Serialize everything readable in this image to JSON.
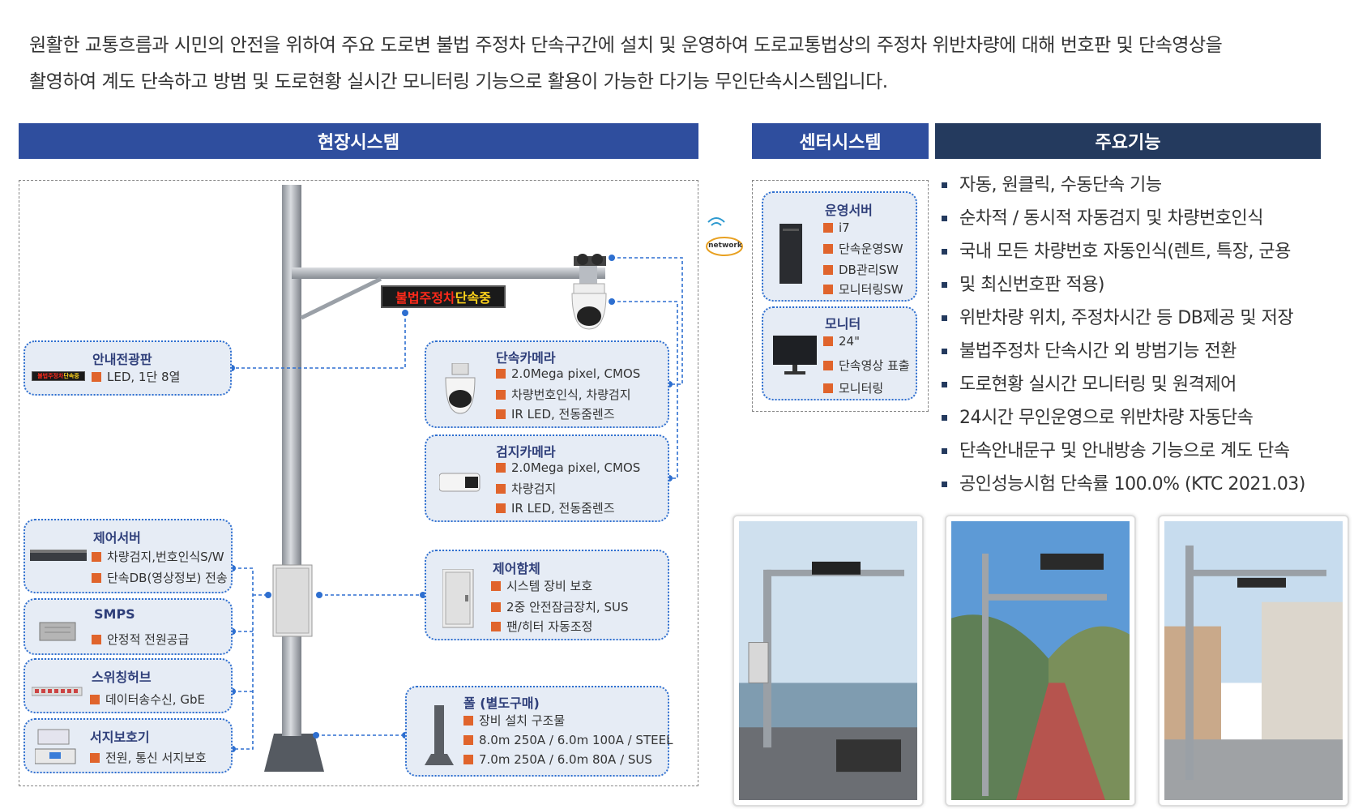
{
  "intro": {
    "line1": "원활한 교통흐름과 시민의 안전을 위하여 주요 도로변 불법 주정차 단속구간에 설치 및 운영하여 도로교통법상의 주정차 위반차량에 대해 번호판 및 단속영상을",
    "line2": "촬영하여 계도 단속하고 방범 및 도로현황 실시간 모니터링 기능으로 활용이 가능한 다기능 무인단속시스템입니다."
  },
  "headers": {
    "field": "현장시스템",
    "center": "센터시스템",
    "functions": "주요기능"
  },
  "sign": {
    "red": "불법주정차",
    "yellow": "단속중"
  },
  "network_label": "network",
  "field": {
    "display_board": {
      "title": "안내전광판",
      "items": [
        "LED, 1단 8열"
      ]
    },
    "enforce_camera": {
      "title": "단속카메라",
      "items": [
        "2.0Mega pixel, CMOS",
        "차량번호인식, 차량검지",
        "IR LED, 전동줌렌즈"
      ]
    },
    "detect_camera": {
      "title": "검지카메라",
      "items": [
        "2.0Mega pixel, CMOS",
        "차량검지",
        "IR LED, 전동줌렌즈"
      ]
    },
    "control_server": {
      "title": "제어서버",
      "items": [
        "차량검지,번호인식S/W",
        "단속DB(영상정보) 전송"
      ]
    },
    "smps": {
      "title": "SMPS",
      "items": [
        "안정적 전원공급"
      ]
    },
    "switch_hub": {
      "title": "스위칭허브",
      "items": [
        "데이터송수신, GbE"
      ]
    },
    "surge": {
      "title": "서지보호기",
      "items": [
        "전원, 통신 서지보호"
      ]
    },
    "control_box": {
      "title": "제어함체",
      "items": [
        "시스템 장비 보호",
        "2중 안전잠금장치, SUS",
        "팬/히터 자동조정"
      ]
    },
    "pole": {
      "title": "폴 (별도구매)",
      "items": [
        "장비 설치 구조물",
        "8.0m 250A / 6.0m 100A / STEEL",
        "7.0m 250A / 6.0m   80A / SUS"
      ]
    }
  },
  "center": {
    "server": {
      "title": "운영서버",
      "items": [
        "i7",
        "단속운영SW",
        "DB관리SW",
        "모니터링SW"
      ]
    },
    "monitor": {
      "title": "모니터",
      "items": [
        "24\"",
        "단속영상 표출",
        "모니터링"
      ]
    }
  },
  "functions": [
    "자동, 원클릭, 수동단속 기능",
    "순차적 / 동시적 자동검지 및 차량번호인식",
    "국내 모든 차량번호 자동인식(렌트, 특장, 군용",
    "및 최신번호판 적용)",
    "위반차량 위치, 주정차시간 등 DB제공 및 저장",
    "불법주정차 단속시간 외 방범기능 전환",
    "도로현황 실시간 모니터링 및 원격제어",
    "24시간 무인운영으로 위반차량 자동단속",
    "단속안내문구 및 안내방송 기능으로 계도 단속",
    "공인성능시험 단속률 100.0% (KTC 2021.03)"
  ],
  "colors": {
    "header_blue": "#2f4e9e",
    "header_navy": "#243a5e",
    "card_border": "#2e6fd0",
    "card_bg": "#e6ecf5",
    "bullet_orange": "#e0642c"
  }
}
